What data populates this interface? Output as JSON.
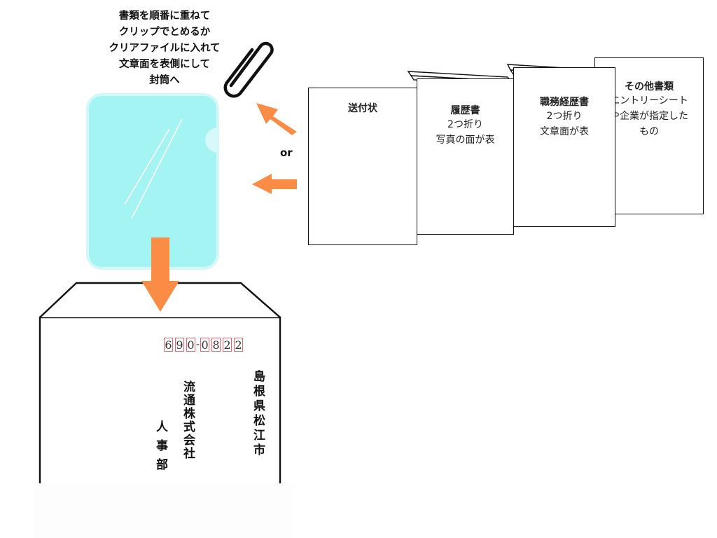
{
  "instruction": {
    "lines": [
      "書類を順番に重ねて",
      "クリップでとめるか",
      "クリアファイルに入れて",
      "文章面を表側にして",
      "封筒へ"
    ]
  },
  "or_label": "or",
  "documents": {
    "cover_letter": {
      "title": "送付状"
    },
    "resume": {
      "title": "履歴書",
      "lines": [
        "2つ折り",
        "写真の面が表"
      ]
    },
    "work_history": {
      "title": "職務経歴書",
      "lines": [
        "2つ折り",
        "文章面が表"
      ]
    },
    "other": {
      "title": "その他書類",
      "lines": [
        "エントリーシート",
        "や企業が指定した",
        "もの"
      ]
    }
  },
  "envelope": {
    "postal_digits": [
      "6",
      "9",
      "0",
      "0",
      "8",
      "2",
      "2"
    ],
    "postal_separator": "-",
    "address": "島根県松江市",
    "company": "流通株式会社",
    "department": "人 事 部"
  },
  "colors": {
    "arrow": "#fa8c45",
    "clear_file": "#a4f4f4",
    "clear_file_edge": "#c9f6f6",
    "postal_box": "#e06a6a"
  },
  "icons": [
    "paperclip-icon",
    "clear-file-icon",
    "arrow-icon"
  ]
}
